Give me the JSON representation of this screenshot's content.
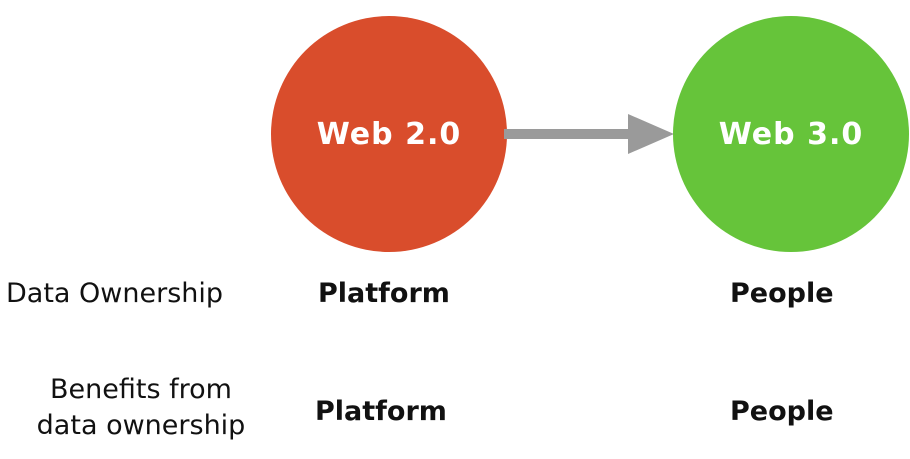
{
  "nodes": [
    {
      "label": "Web 2.0",
      "color": "#d94d2c"
    },
    {
      "label": "Web 3.0",
      "color": "#66c43a"
    }
  ],
  "arrow_color": "#9a9a9a",
  "rows": [
    {
      "label": "Data Ownership",
      "web2": "Platform",
      "web3": "People"
    },
    {
      "label_line1": "Benefits from",
      "label_line2": "data ownership",
      "web2": "Platform",
      "web3": "People"
    }
  ]
}
